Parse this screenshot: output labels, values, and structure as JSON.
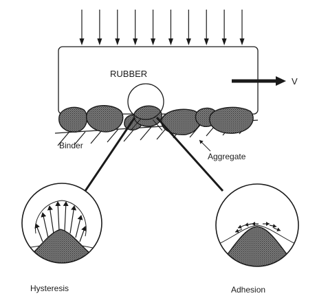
{
  "diagram": {
    "labels": {
      "rubber": "RUBBER",
      "velocity": "V",
      "binder": "Binder",
      "aggregate": "Aggregate",
      "hysteresis": "Hysteresis",
      "adhesion": "Adhesion"
    },
    "load_arrow_count": 10,
    "colors": {
      "ink": "#1a1a1a",
      "stone_fill": "#6e6e6e",
      "background": "#ffffff"
    }
  }
}
